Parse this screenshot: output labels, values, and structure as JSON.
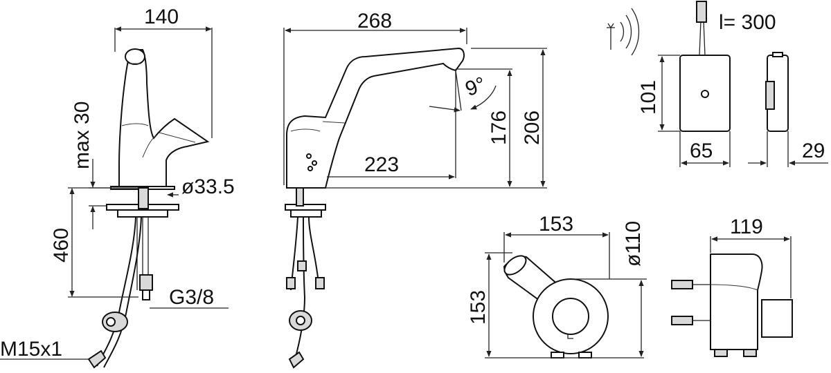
{
  "dimensions": {
    "d140": "140",
    "d268": "268",
    "l300": "l= 300",
    "max30": "max 30",
    "d101": "101",
    "d176": "176",
    "d206": "206",
    "angle9": "9°",
    "d223": "223",
    "d33_5": "ø33.5",
    "d65": "65",
    "d29": "29",
    "d460": "460",
    "g38": "G3/8",
    "m15": "M15x1",
    "d153_w": "153",
    "d153_h": "153",
    "d110": "ø110",
    "d119": "119"
  }
}
